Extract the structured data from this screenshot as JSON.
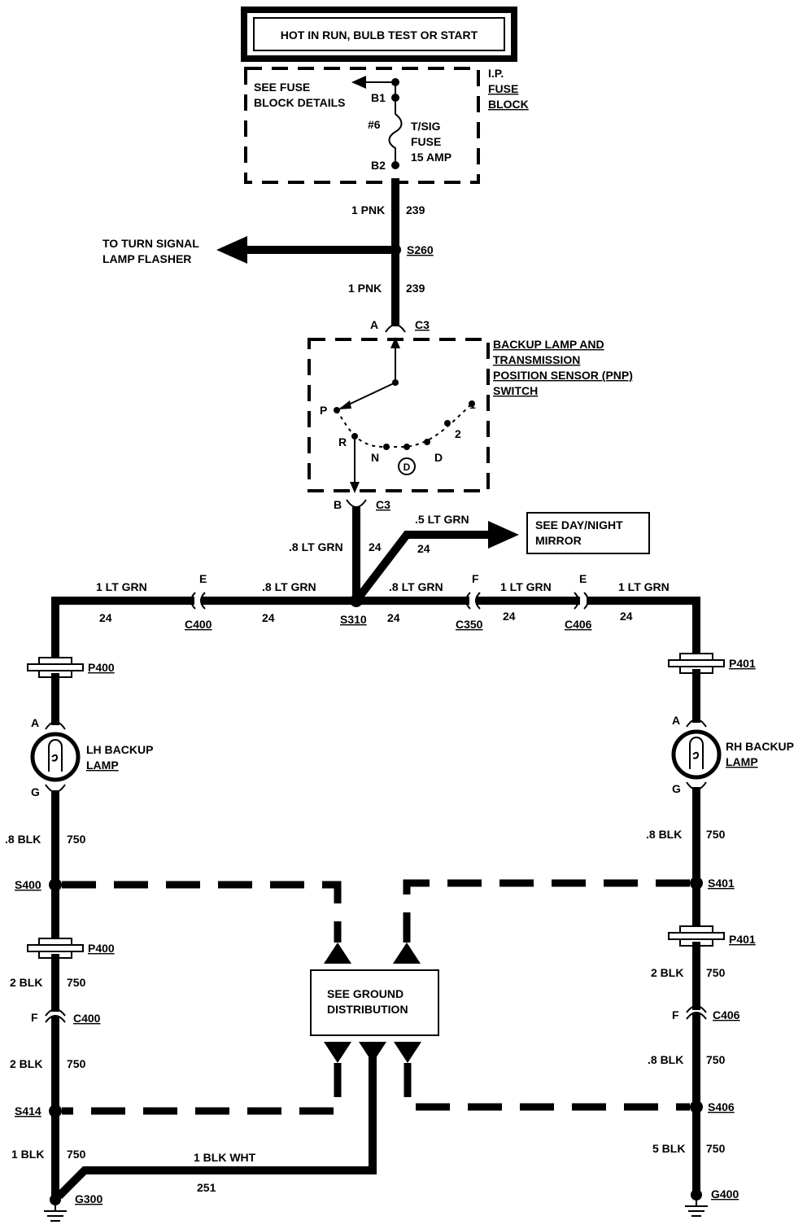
{
  "header": {
    "title": "HOT IN RUN, BULB TEST OR START"
  },
  "fuse_block": {
    "name": [
      "I.P.",
      "FUSE",
      "BLOCK"
    ],
    "details_ref": [
      "SEE FUSE",
      "BLOCK DETAILS"
    ],
    "terminal_top": "B1",
    "terminal_bottom": "B2",
    "fuse_number": "#6",
    "fuse_label": [
      "T/SIG",
      "FUSE",
      "15 AMP"
    ]
  },
  "wires": {
    "pnk_gauge": "1 PNK",
    "pnk_circuit": "239",
    "pnk2_gauge": "1 PNK",
    "pnk2_circuit": "239",
    "switch_out_gauge": ".8 LT GRN",
    "switch_out_circuit": "24",
    "mirror_gauge": ".5 LT GRN",
    "mirror_circuit": "24",
    "left_gauge_1": ".8 LT GRN",
    "left_circuit_1": "24",
    "left_gauge_2": "1 LT GRN",
    "left_circuit_2": "24",
    "right_gauge_1": ".8 LT GRN",
    "right_circuit_1": "24",
    "right_gauge_2": "1 LT GRN",
    "right_circuit_2": "24",
    "right_gauge_3": "1 LT GRN",
    "right_circuit_3": "24",
    "lh_blk_1_gauge": ".8 BLK",
    "lh_blk_1_circuit": "750",
    "lh_blk_2_gauge": "2 BLK",
    "lh_blk_2_circuit": "750",
    "lh_blk_3_gauge": "2 BLK",
    "lh_blk_3_circuit": "750",
    "lh_blk_4_gauge": "1 BLK",
    "lh_blk_4_circuit": "750",
    "blk_wht_gauge": "1 BLK WHT",
    "blk_wht_circuit": "251",
    "rh_blk_1_gauge": ".8 BLK",
    "rh_blk_1_circuit": "750",
    "rh_blk_2_gauge": "2 BLK",
    "rh_blk_2_circuit": "750",
    "rh_blk_3_gauge": ".8 BLK",
    "rh_blk_3_circuit": "750",
    "rh_blk_4_gauge": "5 BLK",
    "rh_blk_4_circuit": "750"
  },
  "splices": {
    "s260": "S260",
    "s310": "S310",
    "s400": "S400",
    "s401": "S401",
    "s414": "S414",
    "s406": "S406"
  },
  "connectors": {
    "c3_top_pin": "A",
    "c3_top": "C3",
    "c3_bottom_pin": "B",
    "c3_bottom": "C3",
    "c400_top_pin": "E",
    "c400_top": "C400",
    "c350_pin": "F",
    "c350": "C350",
    "c406_top_pin": "E",
    "c406_top": "C406",
    "p400_top": "P400",
    "p400_bottom": "P400",
    "p401_top": "P401",
    "p401_bottom": "P401",
    "lh_lamp_pin_a": "A",
    "lh_lamp_pin_g": "G",
    "rh_lamp_pin_a": "A",
    "rh_lamp_pin_g": "G",
    "c400_bottom_pin": "F",
    "c400_bottom": "C400",
    "c406_bottom_pin": "F",
    "c406_bottom": "C406"
  },
  "turn_signal": [
    "TO TURN SIGNAL",
    "LAMP FLASHER"
  ],
  "switch": {
    "name": [
      "BACKUP LAMP AND",
      "TRANSMISSION",
      "POSITION SENSOR (PNP)",
      "SWITCH"
    ],
    "positions": {
      "p": "P",
      "r": "R",
      "n": "N",
      "d": "D",
      "two": "2",
      "one": "1"
    },
    "selected": "D"
  },
  "mirror_ref": [
    "SEE DAY/NIGHT",
    "MIRROR"
  ],
  "lamps": {
    "lh": [
      "LH BACKUP",
      "LAMP"
    ],
    "rh": [
      "RH BACKUP",
      "LAMP"
    ]
  },
  "ground_dist": [
    "SEE GROUND",
    "DISTRIBUTION"
  ],
  "grounds": {
    "g300": "G300",
    "g400": "G400"
  }
}
